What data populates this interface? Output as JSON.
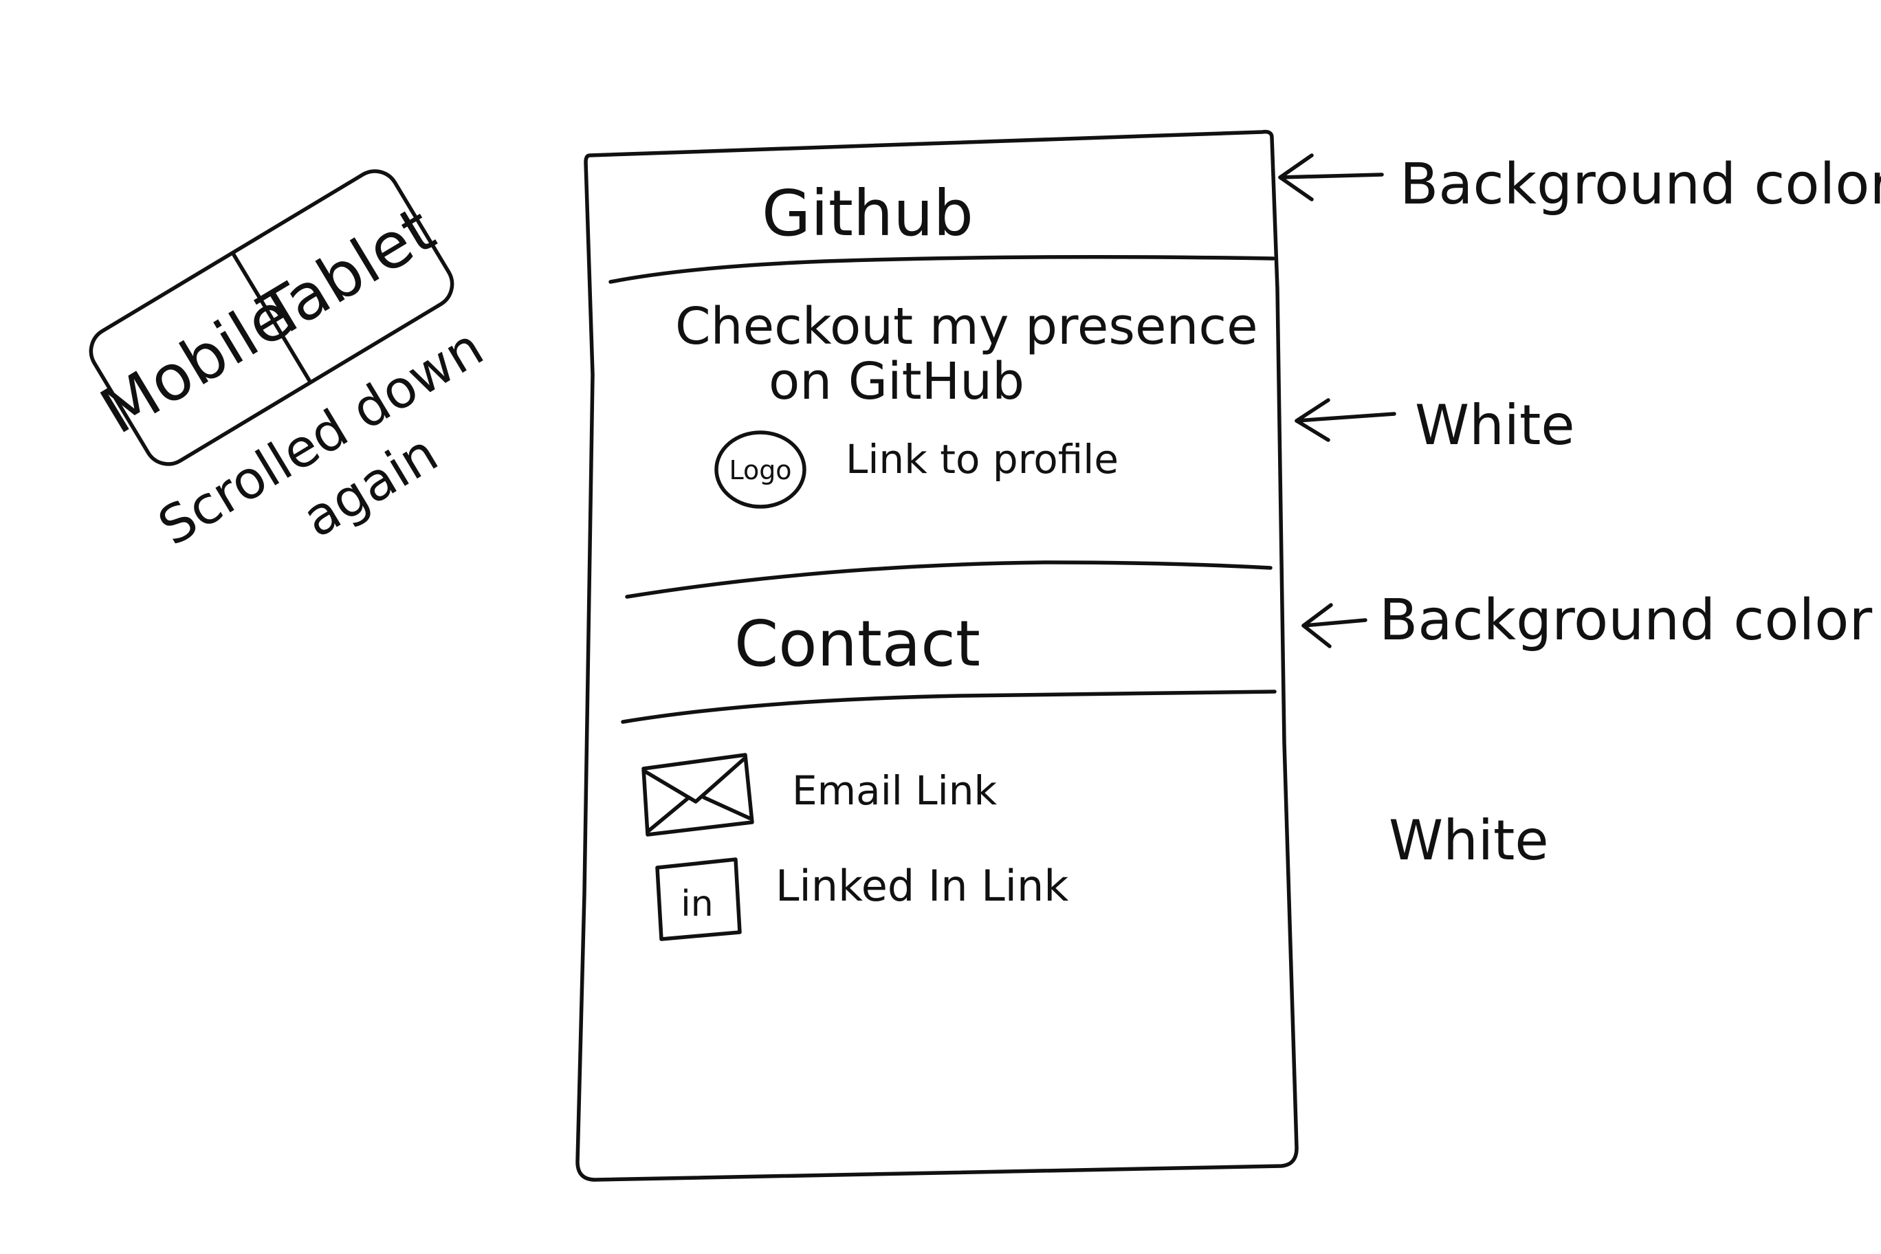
{
  "badge": {
    "mode_left": "Mobile",
    "mode_right": "Tablet",
    "note_line1": "Scrolled down",
    "note_line2": "again"
  },
  "wireframe": {
    "github_section": {
      "title": "Github",
      "description_line1": "Checkout my presence",
      "description_line2": "on GitHub",
      "logo_label": "Logo",
      "profile_link": "Link to profile"
    },
    "contact_section": {
      "title": "Contact",
      "email_link": "Email Link",
      "linkedin_icon_label": "in",
      "linkedin_link": "Linked In Link"
    }
  },
  "annotations": {
    "github_header_bg": "Background color",
    "github_body_bg": "White",
    "contact_header_bg": "Background color",
    "contact_body_bg": "White"
  },
  "icons": [
    "circle-logo-icon",
    "envelope-icon",
    "linkedin-icon",
    "arrow-left-icon"
  ]
}
